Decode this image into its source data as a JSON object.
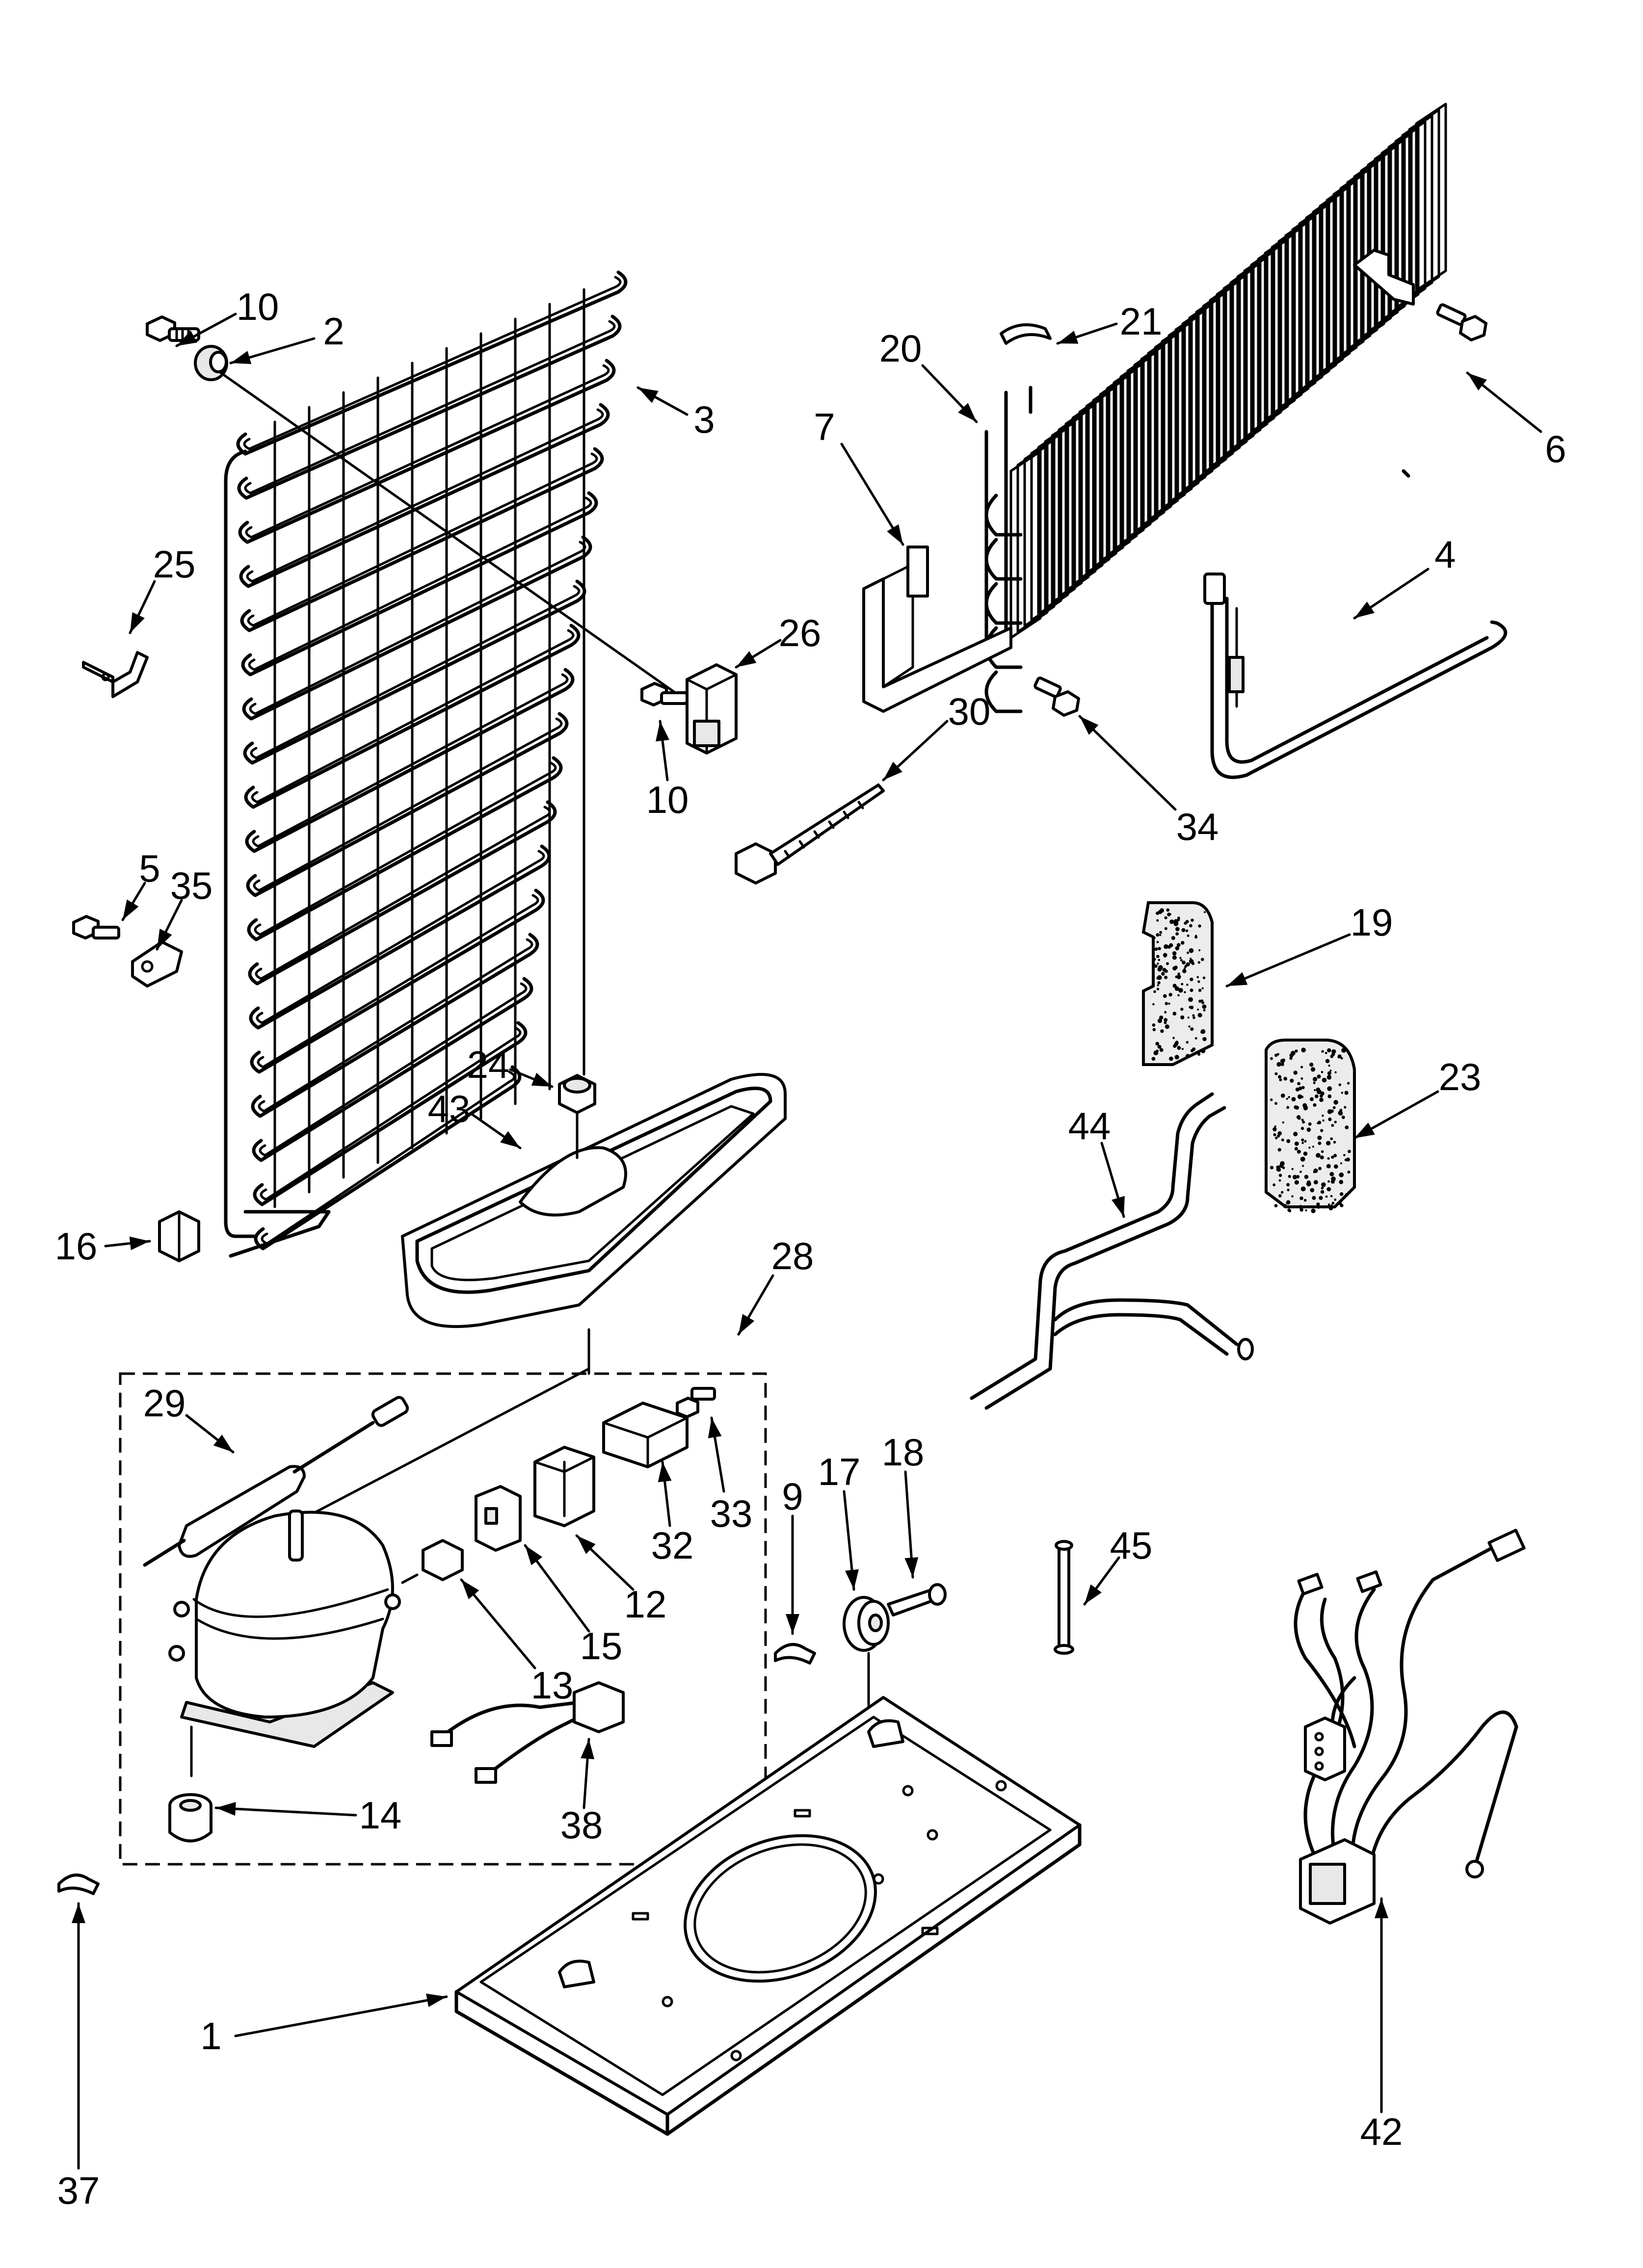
{
  "diagram": {
    "type": "exploded-parts-diagram",
    "colors": {
      "ink": "#000000",
      "paper": "#ffffff"
    },
    "callouts": [
      {
        "id": "c10a",
        "text": "10"
      },
      {
        "id": "c2",
        "text": "2"
      },
      {
        "id": "c3",
        "text": "3"
      },
      {
        "id": "c25",
        "text": "25"
      },
      {
        "id": "c26",
        "text": "26"
      },
      {
        "id": "c10b",
        "text": "10"
      },
      {
        "id": "c5",
        "text": "5"
      },
      {
        "id": "c35",
        "text": "35"
      },
      {
        "id": "c24",
        "text": "24"
      },
      {
        "id": "c43",
        "text": "43"
      },
      {
        "id": "c16",
        "text": "16"
      },
      {
        "id": "c20",
        "text": "20"
      },
      {
        "id": "c21",
        "text": "21"
      },
      {
        "id": "c7",
        "text": "7"
      },
      {
        "id": "c6",
        "text": "6"
      },
      {
        "id": "c4",
        "text": "4"
      },
      {
        "id": "c30",
        "text": "30"
      },
      {
        "id": "c34",
        "text": "34"
      },
      {
        "id": "c19",
        "text": "19"
      },
      {
        "id": "c23",
        "text": "23"
      },
      {
        "id": "c44",
        "text": "44"
      },
      {
        "id": "c28",
        "text": "28"
      },
      {
        "id": "c29",
        "text": "29"
      },
      {
        "id": "c33",
        "text": "33"
      },
      {
        "id": "c32",
        "text": "32"
      },
      {
        "id": "c12",
        "text": "12"
      },
      {
        "id": "c15",
        "text": "15"
      },
      {
        "id": "c13",
        "text": "13"
      },
      {
        "id": "c14",
        "text": "14"
      },
      {
        "id": "c38",
        "text": "38"
      },
      {
        "id": "c9",
        "text": "9"
      },
      {
        "id": "c17",
        "text": "17"
      },
      {
        "id": "c18",
        "text": "18"
      },
      {
        "id": "c45",
        "text": "45"
      },
      {
        "id": "c42",
        "text": "42"
      },
      {
        "id": "c37",
        "text": "37"
      },
      {
        "id": "c1",
        "text": "1"
      }
    ]
  }
}
